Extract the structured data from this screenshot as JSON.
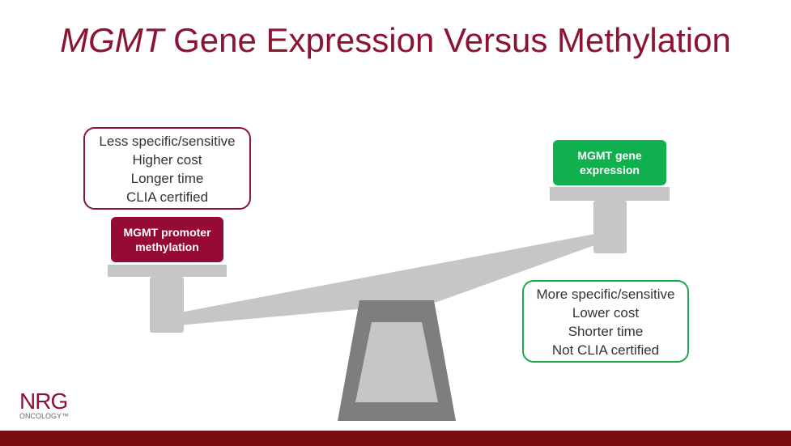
{
  "title": {
    "italic_part": "MGMT",
    "rest": " Gene Expression Versus Methylation"
  },
  "left_side": {
    "box_lines": [
      "Less specific/sensitive",
      "Higher cost",
      "Longer time",
      "CLIA certified"
    ],
    "label_lines": [
      "MGMT promoter",
      "methylation"
    ]
  },
  "right_side": {
    "box_lines": [
      "More specific/sensitive",
      "Lower cost",
      "Shorter time",
      "Not CLIA certified"
    ],
    "label_lines": [
      "MGMT gene",
      "expression"
    ]
  },
  "logo": {
    "main": "NRG",
    "sub": "ONCOLOGY™"
  },
  "colors": {
    "title": "#8c1433",
    "methylation": "#950b33",
    "expression": "#10b04f",
    "expression_border": "#1aaa4b",
    "scale_light": "#c6c6c6",
    "scale_dark": "#7e7e7e",
    "footer": "#7a0c10"
  }
}
